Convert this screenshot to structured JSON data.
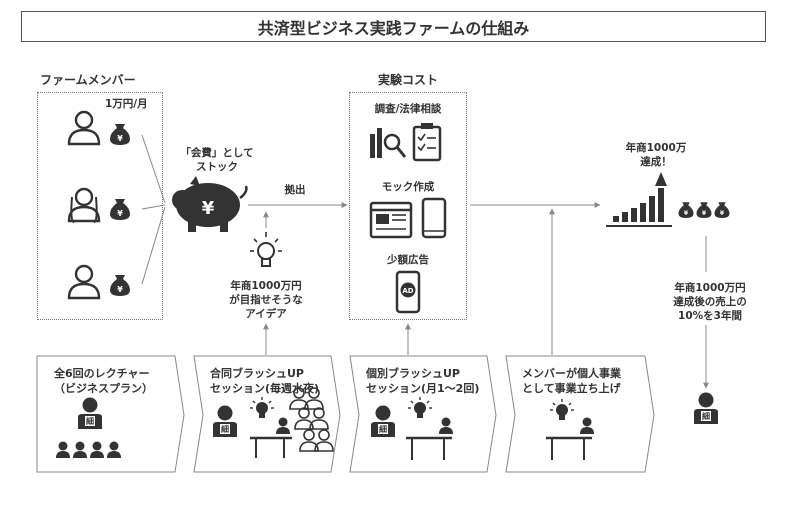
{
  "title": "共済型ビジネス実践ファームの仕組み",
  "members": {
    "label": "ファームメンバー",
    "fee": "1万円/月"
  },
  "pig": {
    "label_line1": "「会費」として",
    "label_line2": "ストック"
  },
  "fund_out": "拠出",
  "costs": {
    "label": "実験コスト",
    "research": "調査/法律相談",
    "mock": "モック作成",
    "ads": "少額広告",
    "ad_text": "AD"
  },
  "idea": {
    "line1": "年商1000万円",
    "line2": "が目指せそうな",
    "line3": "アイデア"
  },
  "goal": {
    "line1": "年商1000万",
    "line2": "達成！"
  },
  "share": {
    "line1": "年商1000万円",
    "line2": "達成後の売上の",
    "line3": "10%を3年間"
  },
  "phases": [
    {
      "line1": "全6回のレクチャー",
      "line2": "（ビジネスプラン）"
    },
    {
      "line1": "合同ブラッシュUP",
      "line2": "セッション(毎週水夜)"
    },
    {
      "line1": "個別ブラッシュUP",
      "line2": "セッション(月1〜2回)"
    },
    {
      "line1": "メンバーが個人事業",
      "line2": "として事業立ち上げ"
    }
  ],
  "coin_symbol": "¥",
  "mentor_badge": "細",
  "colors": {
    "icon": "#333333",
    "line": "#888888",
    "phase_fill": "#ffffff",
    "phase_border": "#888888"
  }
}
